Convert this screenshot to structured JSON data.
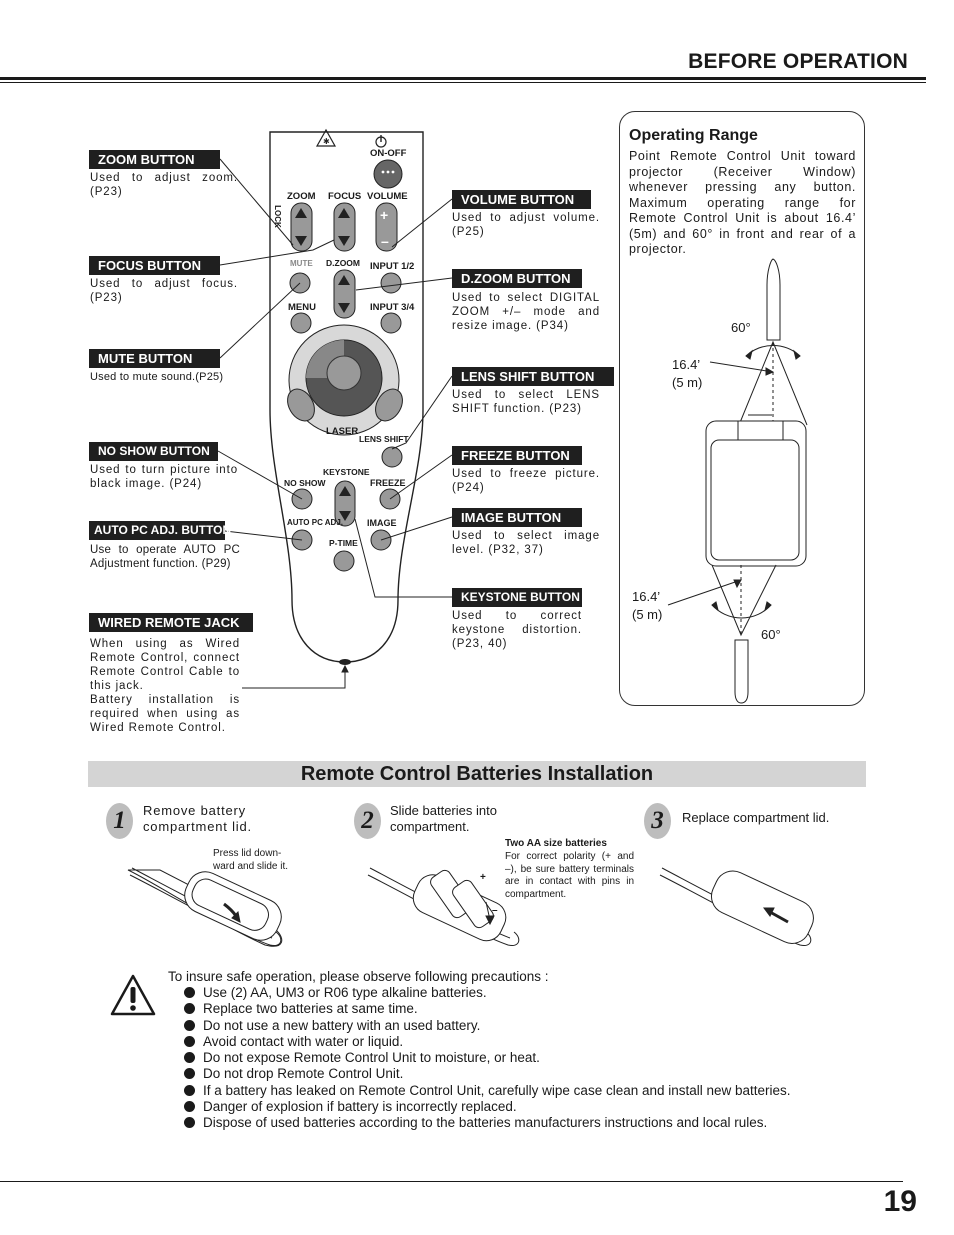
{
  "header": {
    "section_title": "BEFORE OPERATION"
  },
  "remote": {
    "on_off": "ON-OFF",
    "zoom": "ZOOM",
    "focus": "FOCUS",
    "volume": "VOLUME",
    "lock": "LOCK",
    "mute": "MUTE",
    "dzoom": "D.ZOOM",
    "input12": "INPUT 1/2",
    "menu": "MENU",
    "input34": "INPUT 3/4",
    "laser": "LASER",
    "lens_shift": "LENS SHIFT",
    "keystone": "KEYSTONE",
    "no_show": "NO SHOW",
    "freeze": "FREEZE",
    "auto_pc": "AUTO PC ADJ.",
    "image": "IMAGE",
    "p_time": "P-TIME"
  },
  "callouts": {
    "zoom": {
      "label": "ZOOM BUTTON",
      "desc": "Used to adjust zoom. (P23)"
    },
    "focus": {
      "label": "FOCUS BUTTON",
      "desc": "Used to adjust focus. (P23)"
    },
    "mute": {
      "label": "MUTE BUTTON",
      "desc": "Used to mute sound.(P25)"
    },
    "no_show": {
      "label": "NO SHOW BUTTON",
      "desc": "Used to turn picture into black image.  (P24)"
    },
    "auto_pc": {
      "label": "AUTO PC ADJ. BUTTON",
      "desc": "Use to operate AUTO PC Adjustment function.  (P29)"
    },
    "wired": {
      "label": "WIRED REMOTE JACK",
      "desc": "When using as Wired Remote Control, connect Remote Control Cable  to this jack.",
      "desc2": "Battery installation is required when using as Wired Remote Control."
    },
    "volume": {
      "label": "VOLUME BUTTON",
      "desc": "Used to adjust volume. (P25)"
    },
    "dzoom": {
      "label": "D.ZOOM BUTTON",
      "desc": "Used to select DIGITAL ZOOM +/– mode and resize image. (P34)"
    },
    "lens_shift": {
      "label": "LENS SHIFT  BUTTON",
      "desc": "Used to select LENS SHIFT function.  (P23)"
    },
    "freeze": {
      "label": "FREEZE BUTTON",
      "desc": "Used to freeze picture. (P24)"
    },
    "image": {
      "label": "IMAGE BUTTON",
      "desc": "Used to select image level.  (P32, 37)"
    },
    "keystone": {
      "label": "KEYSTONE BUTTON",
      "desc": "Used to correct keystone distortion. (P23, 40)"
    }
  },
  "range": {
    "title": "Operating Range",
    "desc": "Point Remote Control Unit toward projector (Receiver Window) whenever pressing any button. Maximum operating range for Remote Control Unit is about 16.4’ (5m) and 60° in front and rear of a projector.",
    "angle_top": "60°",
    "angle_bottom": "60°",
    "dist_top_ft": "16.4’",
    "dist_top_m": "(5 m)",
    "dist_bottom_ft": "16.4’",
    "dist_bottom_m": "(5 m)"
  },
  "batteries": {
    "title": "Remote Control Batteries Installation",
    "steps": [
      {
        "num": "1",
        "text": "Remove battery compartment lid.",
        "note": "Press  lid down-ward and slide it."
      },
      {
        "num": "2",
        "text": "Slide batteries into compartment.",
        "note_title": "Two AA size batteries",
        "note": "For correct polarity (+ and –), be sure battery terminals are in contact with pins in compartment."
      },
      {
        "num": "3",
        "text": "Replace compartment lid."
      }
    ],
    "plus": "+",
    "minus": "–"
  },
  "caution": {
    "intro": "To insure safe operation, please observe following precautions :",
    "items": [
      "Use (2) AA, UM3 or R06 type alkaline batteries.",
      "Replace two batteries at same time.",
      "Do not use a new battery with an used battery.",
      "Avoid contact with water or liquid.",
      "Do not expose Remote Control Unit to moisture, or heat.",
      "Do not drop Remote Control Unit.",
      "If a battery has leaked on Remote Control Unit, carefully wipe case clean and install new batteries.",
      "Danger of explosion if battery is incorrectly replaced.",
      "Dispose of used batteries according to the batteries manufacturers instructions and local rules."
    ]
  },
  "footer": {
    "page_number": "19"
  }
}
